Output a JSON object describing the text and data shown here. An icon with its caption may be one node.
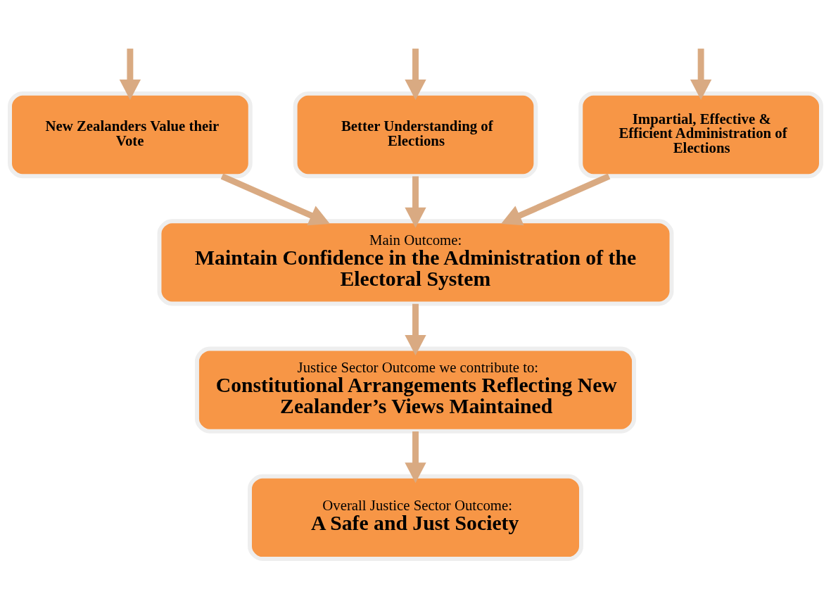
{
  "diagram": {
    "nodes": [
      {
        "text": [
          "Impartial, Effective & Efficient Administration of Elections"
        ]
      },
      {
        "text": [
          "New Zealanders Value their Vote"
        ]
      },
      {
        "text": [
          "Better Understanding of Elections"
        ]
      },
      {
        "text": [
          "Main Outcome:",
          "Maintain Confidence in the Administration of the Electoral System"
        ]
      },
      {
        "text": [
          "Justice Sector Outcome we contribute to:",
          "Constitutional Arrangements Reflecting New Zealander’s Views Maintained"
        ]
      },
      {
        "text": [
          "Overall Justice Sector Outcome:",
          "A Safe and Just Society"
        ]
      }
    ],
    "edges": [
      {
        "from": null,
        "to": 0,
        "arrow": "to"
      },
      {
        "from": null,
        "to": 1,
        "arrow": "to"
      },
      {
        "from": null,
        "to": 2,
        "arrow": "to"
      },
      {
        "from": 0,
        "to": 3,
        "arrow": "to"
      },
      {
        "from": 1,
        "to": 3,
        "arrow": "to"
      },
      {
        "from": 2,
        "to": 3,
        "arrow": "to"
      },
      {
        "from": 3,
        "to": 4,
        "arrow": "to"
      },
      {
        "from": 4,
        "to": 5,
        "arrow": "to"
      }
    ]
  }
}
